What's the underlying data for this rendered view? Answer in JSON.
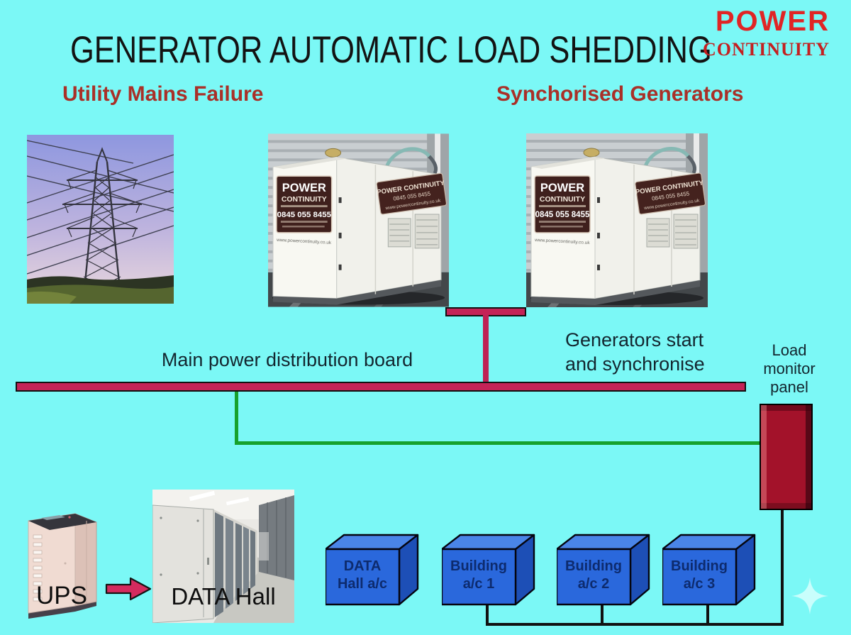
{
  "header": {
    "title": "GENERATOR AUTOMATIC LOAD SHEDDING",
    "logo_line1": "POWER",
    "logo_line2": "CONTINUITY"
  },
  "headings": {
    "left": "Utility Mains Failure",
    "right": "Synchorised Generators"
  },
  "generator_signage": {
    "brand_top": "POWER",
    "brand_bottom": "CONTINUITY",
    "phone": "0845 055 8455",
    "side_brand": "POWER CONTINUITY",
    "website": "www.powercontinuity.co.uk"
  },
  "annotations": {
    "main_board": "Main power distribution board",
    "generators_start_line1": "Generators start",
    "generators_start_line2": "and synchronise",
    "load_monitor_line1": "Load",
    "load_monitor_line2": "monitor",
    "load_monitor_line3": "panel"
  },
  "bottom": {
    "ups_label": "UPS",
    "data_hall_label": "DATA Hall",
    "load_boxes": [
      {
        "line1": "DATA",
        "line2": "Hall a/c"
      },
      {
        "line1": "Building",
        "line2": "a/c 1"
      },
      {
        "line1": "Building",
        "line2": "a/c 2"
      },
      {
        "line1": "Building",
        "line2": "a/c 3"
      }
    ]
  },
  "colors": {
    "background": "#7BF8F6",
    "bus_bar_red": "#C42357",
    "feed_line_green": "#17A12C",
    "load_panel_red": "#A3122A",
    "load_box_blue": "#2A68DC",
    "heading_red": "#A93028",
    "logo_red": "#E02525",
    "connector_black": "#111111"
  }
}
